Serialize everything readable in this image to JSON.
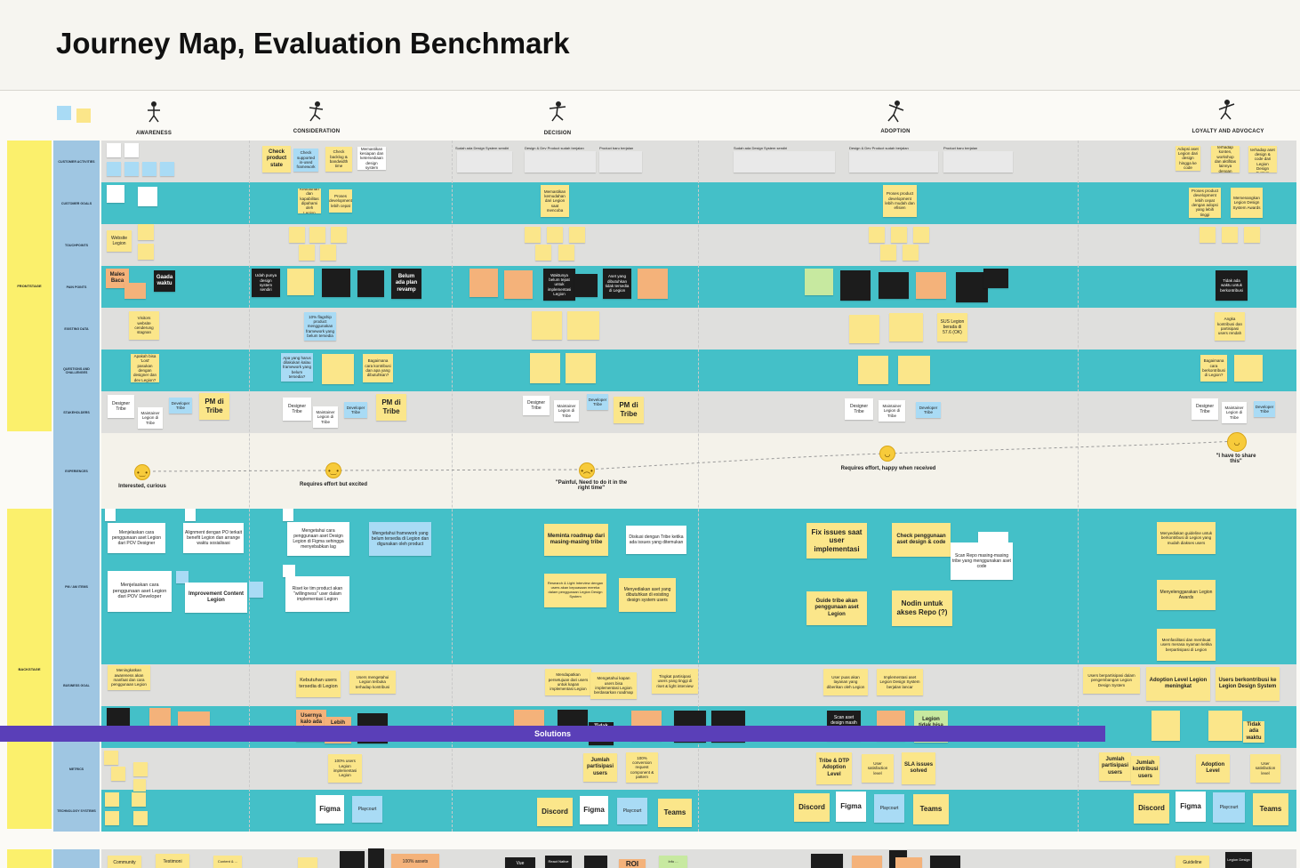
{
  "title": "Journey Map, Evaluation Benchmark",
  "phases": [
    "AWARENESS",
    "CONSIDERATION",
    "DECISION",
    "ADOPTION",
    "LOYALTY AND ADVOCACY"
  ],
  "groups": {
    "frontstage": "FRONTSTAGE",
    "backstage": "BACKSTAGE"
  },
  "rows": {
    "activities": "CUSTOMER ACTIVITIES",
    "goals": "CUSTOMER GOALS",
    "touchpoints": "TOUCHPOINTS",
    "painpoints": "PAIN POINTS",
    "existing": "EXISTING DATA",
    "questions": "QUESTIONS AND CHALLENGES",
    "stakeholders": "STAKEHOLDERS",
    "experiences": "EXPERIENCES",
    "ideas": "PM / AM ITEMS",
    "business": "BUSINESS GOAL",
    "metrics": "METRICS",
    "tech": "TECHNOLOGY SYSTEMS"
  },
  "frame_labels": {
    "decision_a": "Sudah ada Design System sendiri",
    "decision_b": "Design & Dev Product sudah berjalan",
    "decision_c": "Product baru berjalan",
    "adoption_a": "Sudah ada Design System sendiri",
    "adoption_b": "Design & Dev Product sudah berjalan",
    "adoption_c": "Product baru berjalan"
  },
  "notes": {
    "act1": "Check product state",
    "act2": "Check supported in-used framework",
    "act3": "Check backlog & bandwidth time",
    "act4": "Memastikan kesiapan dan ketersediaan design system",
    "act5": "Adopsi aset Legion dari design hingga ke code",
    "act6": "Berpartisipasi terhadap konten, workshop dan aktifitas lainnya dengan Legion",
    "act7": "Berkontribusi terhadap aset design & code dari Legion Design System",
    "goal1": "Kebutuhan dan kapabilitas dipahami oleh Legion",
    "goal2": "Proses development lebih cepat",
    "goal3": "Memastikan kemudahan dari Legion saat mencoba",
    "goal4": "Proses product development lebih mudah dan efisien",
    "goal5": "Proses product development lebih cepat dengan adopsi yang lebih tinggi",
    "goal6": "Memenangkan Legion Design System Awards",
    "tp1": "Website Legion",
    "pp1": "Males Baca",
    "pp2": "Gaada waktu",
    "pp3": "Udah punya design system sendiri",
    "pp4": "Belum ada plan revamp",
    "pp5": "Waktunya belum tepat untuk implementasi Legion",
    "pp6": "Aset yang dibutuhkan tidak tersedia di Legion",
    "pp7": "Tidak ada waktu untuk berkontribusi",
    "ex1": "Visitors website cenderung stagnan",
    "ex2": "10% flagship product menggunakan framework yang belum tersedia",
    "ex3": "SUS Legion berada di 57.6 (OK)",
    "ex4": "Angka kontribusi dan partisipasi users rendah",
    "q1": "Apakah bisa 'Lost' pasukan dengan designer dan dev Legion?",
    "q2": "Apa yang harus dilakukan kalau framework yang belum tersedia?",
    "q3": "Bagaimana cara kontribusi dan apa yang dibutuhkan?",
    "q4": "Bagaimana cara berkontribusi di Legion?",
    "st_designer": "Designer Tribe",
    "st_maintainer": "Maintainer Legion di Tribe",
    "st_dev": "Developer Tribe",
    "st_pm": "PM di Tribe",
    "exp1": "Interested, curious",
    "exp2": "Requires effort but excited",
    "exp3": "\"Painful, Need to do it in the right time\"",
    "exp4": "Requires effort, happy when received",
    "exp5": "\"I have to share this\"",
    "id1": "Menjelaskan cara penggunaan aset Legion dari POV Designer",
    "id2": "Alignment dengan PO terkait benefit Legion dan arrange waktu sosialisasi",
    "id3": "Mengetahui cara penggunaan aset Design Legion di Figma sehingga menyebabkan lag",
    "id4": "Mengetahui framework yang belum tersedia di Legion dan digunakan oleh product",
    "id5": "Menjelaskan cara penggunaan aset Legion dari POV Developer",
    "id6": "Improvement Content Legion",
    "id7": "Riset ke tim product akan \"willingness\" user dalam implementasi Legion",
    "id8": "Meminta roadmap dari masing-masing tribe",
    "id9": "Diskusi dengan Tribe ketika ada issues yang ditemukan",
    "id10": "Research & Light Interview dengan users akan kepuasaan mereka dalam penggunaan Legion Design System",
    "id11": "Menyediakan aset yang dibutuhkan di existing design system users",
    "id12": "Fix issues saat user implementasi",
    "id13": "Check penggunaan aset design & code",
    "id14": "Scan Repo masing-masing tribe yang menggunakan aset code",
    "id15": "Guide tribe akan penggunaan aset Legion",
    "id16": "Nodin untuk akses Repo (?)",
    "id17": "Menyediakan guideline untuk berkontribusi di Legion yang mudah diakses users",
    "id18": "Menyelenggarakan Legion Awards",
    "id19": "Memfasilitasi dan membuat users merasa nyaman ketika berpartisipasi di Legion",
    "bg1": "Meningkatkan awareness akan manfaat dan cara penggunaan Legion",
    "bg2": "Kebutuhan users tersedia di Legion",
    "bg3": "Users mengetahui Legion terbuka terhadap kontribusi",
    "bg4": "Mendapatkan persetujuan dari users untuk kapan implementasi Legion",
    "bg5": "Mengetahui kapan users bisa implementasi Legion berdasarkan roadmap",
    "bg6": "Tingkat partisipasi users yang tinggi di riset & light interview",
    "bg7": "User puas akan layanan yang diberikan oleh Legion",
    "bg8": "Implementasi aset Legion Design System berjalan lancar",
    "bg9": "Users berpartisipasi dalam pengembangan Legion Design System",
    "bg10": "Adoption Level Legion meningkat",
    "bg11": "Users berkontribusi ke Legion Design System",
    "sol1": "Usernya kalo ada issues diem aja",
    "sol2": "Lebih nyaman japri",
    "sol3": "Tidak ada waktu",
    "sol4": "Legion tidak bisa A/B testing",
    "sol5": "Scan aset design masih dilakukan manual",
    "solutions": "Solutions",
    "m1": "100% users Legion implementasi Legion",
    "m2": "Jumlah partisipasi users",
    "m3": "100% conversion request component & pattern",
    "m4": "Tribe & DTP Adoption Level",
    "m5": "User satisfaction level",
    "m6": "SLA issues solved",
    "m7": "Jumlah partisipasi users",
    "m8": "Jumlah kontribusi users",
    "m9": "Adoption Level",
    "m10": "User satisfaction level",
    "t_figma": "Figma",
    "t_playcourt": "Playcourt",
    "t_discord": "Discord",
    "t_teams": "Teams",
    "b1": "Community",
    "b2": "Testimoni",
    "b3": "Content & ...",
    "b4": "100% assets",
    "b5": "Vue",
    "b6": "React Native",
    "b7": "ROI",
    "b8": "Info ...",
    "b9": "Guideline",
    "b10": "Legion Design"
  },
  "colors": {
    "teal": "#44c0c8",
    "sticky": "#fbe68a",
    "dark": "#1c1c1c",
    "blue": "#a9dbf5",
    "solutions": "#5a3fb8",
    "rowlabel": "#9fc6e2",
    "group": "#fbf06c"
  }
}
